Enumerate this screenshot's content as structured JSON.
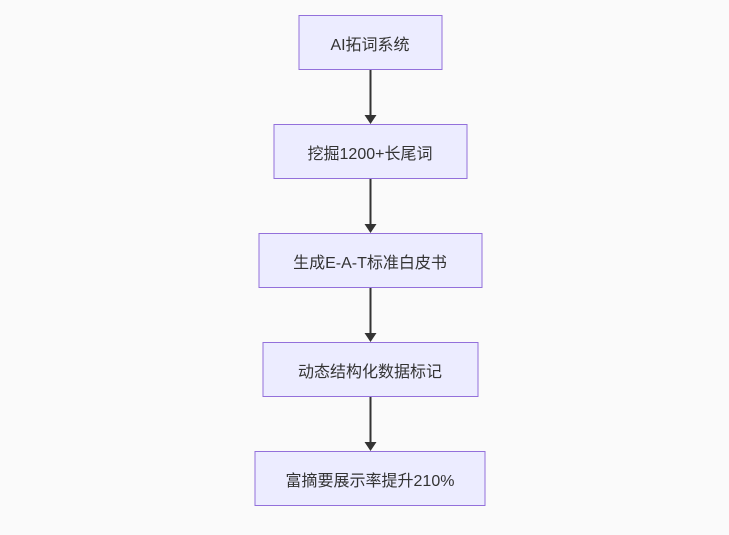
{
  "flowchart": {
    "direction": "top-down",
    "nodes": [
      {
        "label": "AI拓词系统"
      },
      {
        "label": "挖掘1200+长尾词"
      },
      {
        "label": "生成E-A-T标准白皮书"
      },
      {
        "label": "动态结构化数据标记"
      },
      {
        "label": "富摘要展示率提升210%"
      }
    ],
    "edges": [
      {
        "from": 0,
        "to": 1
      },
      {
        "from": 1,
        "to": 2
      },
      {
        "from": 2,
        "to": 3
      },
      {
        "from": 3,
        "to": 4
      }
    ],
    "colors": {
      "node_fill": "#ECECFF",
      "node_border": "#9370DB",
      "text": "#333333",
      "edge": "#333333",
      "background": "#fafafa"
    }
  }
}
